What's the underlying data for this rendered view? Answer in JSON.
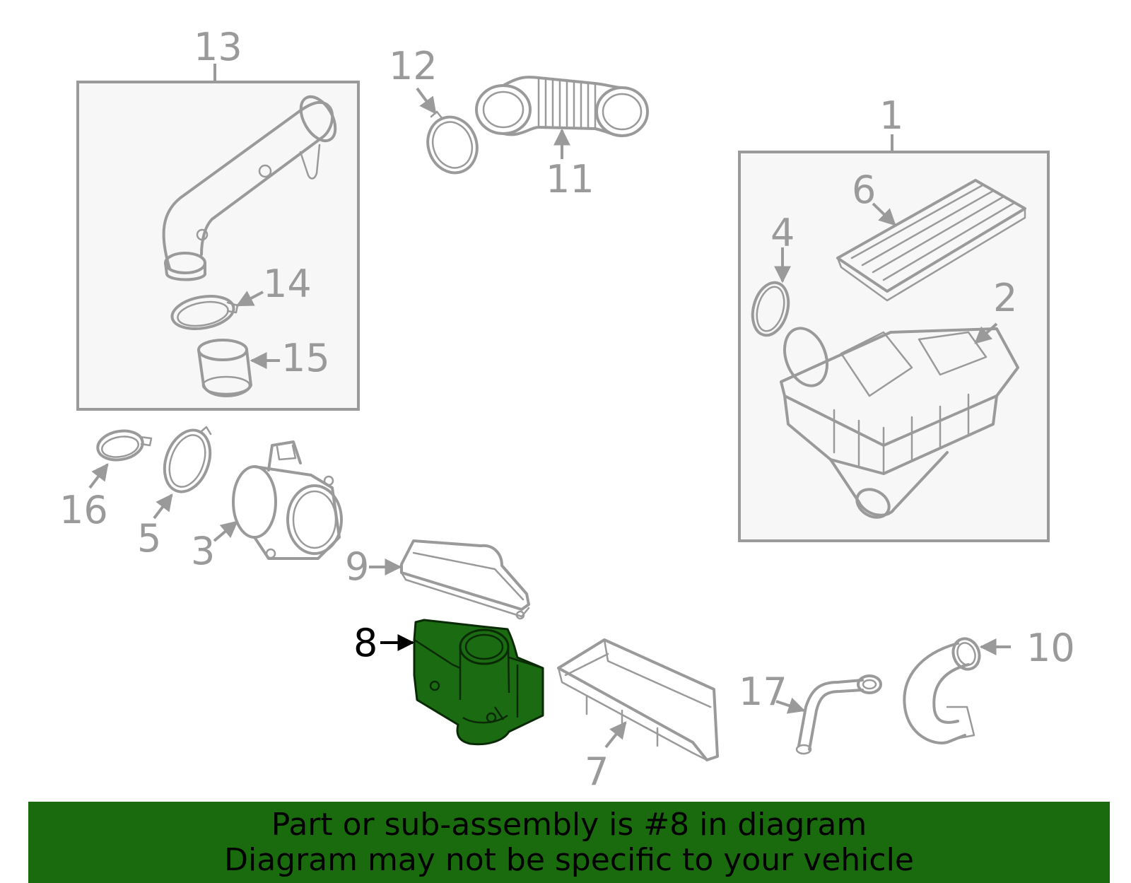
{
  "callouts": {
    "c1": "1",
    "c2": "2",
    "c3": "3",
    "c4": "4",
    "c5": "5",
    "c6": "6",
    "c7": "7",
    "c8": "8",
    "c9": "9",
    "c10": "10",
    "c11": "11",
    "c12": "12",
    "c13": "13",
    "c14": "14",
    "c15": "15",
    "c16": "16",
    "c17": "17"
  },
  "highlighted_part": "8",
  "colors": {
    "highlight": "#1b6b12",
    "banner": "#1a6a0e",
    "line_art": "#9a9a9a"
  },
  "banner": {
    "line1": "Part or sub-assembly is #8 in diagram",
    "line2": "Diagram may not be specific to your vehicle"
  }
}
